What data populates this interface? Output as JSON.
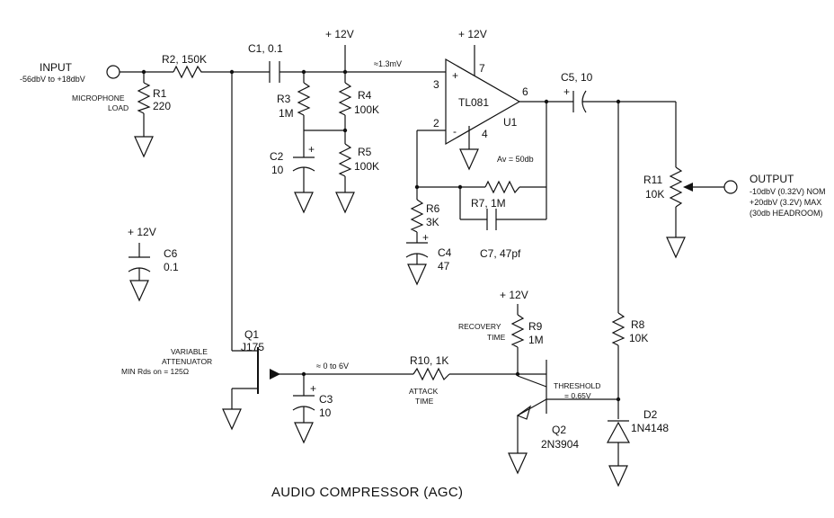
{
  "title": "AUDIO COMPRESSOR (AGC)",
  "labels": {
    "input": "INPUT",
    "input_range": "-56dbV to +18dbV",
    "mic_load_1": "MICROPHONE",
    "mic_load_2": "LOAD",
    "r1_name": "R1",
    "r1_val": "220",
    "r2": "R2, 150K",
    "c1": "C1, 0.1",
    "v12_top": "+ 12V",
    "v12_opamp": "+ 12V",
    "v13mv": "≈1.3mV",
    "r3_name": "R3",
    "r3_val": "1M",
    "r4_name": "R4",
    "r4_val": "100K",
    "r5_name": "R5",
    "r5_val": "100K",
    "c2_name": "C2",
    "c2_val": "10",
    "plus": "+",
    "minus": "-",
    "pin7": "7",
    "pin3": "3",
    "pin2": "2",
    "pin4": "4",
    "pin6": "6",
    "opamp": "TL081",
    "u1": "U1",
    "gain": "Av = 50db",
    "c5": "C5, 10",
    "r11_name": "R11",
    "r11_val": "10K",
    "output": "OUTPUT",
    "out_nom": "-10dbV (0.32V) NOM",
    "out_max": "+20dbV (3.2V) MAX",
    "out_headroom": "(30db HEADROOM)",
    "r6_name": "R6",
    "r6_val": "3K",
    "r7": "R7, 1M",
    "c4_name": "C4",
    "c4_val": "47",
    "c7": "C7, 47pf",
    "v12_c6": "+ 12V",
    "c6_name": "C6",
    "c6_val": "0.1",
    "v12_r9": "+ 12V",
    "recovery_1": "RECOVERY",
    "recovery_2": "TIME",
    "r9_name": "R9",
    "r9_val": "1M",
    "r8_name": "R8",
    "r8_val": "10K",
    "q1_name": "Q1",
    "q1_val": "J175",
    "var_att_1": "VARIABLE",
    "var_att_2": "ATTENUATOR",
    "var_att_3": "MIN Rds on = 125Ω",
    "v0to6": "≈ 0 to 6V",
    "r10": "R10, 1K",
    "attack_1": "ATTACK",
    "attack_2": "TIME",
    "threshold_1": "THRESHOLD",
    "threshold_2": "= 0.65V",
    "c3_name": "C3",
    "c3_val": "10",
    "q2_name": "Q2",
    "q2_val": "2N3904",
    "d2_name": "D2",
    "d2_val": "1N4148"
  }
}
